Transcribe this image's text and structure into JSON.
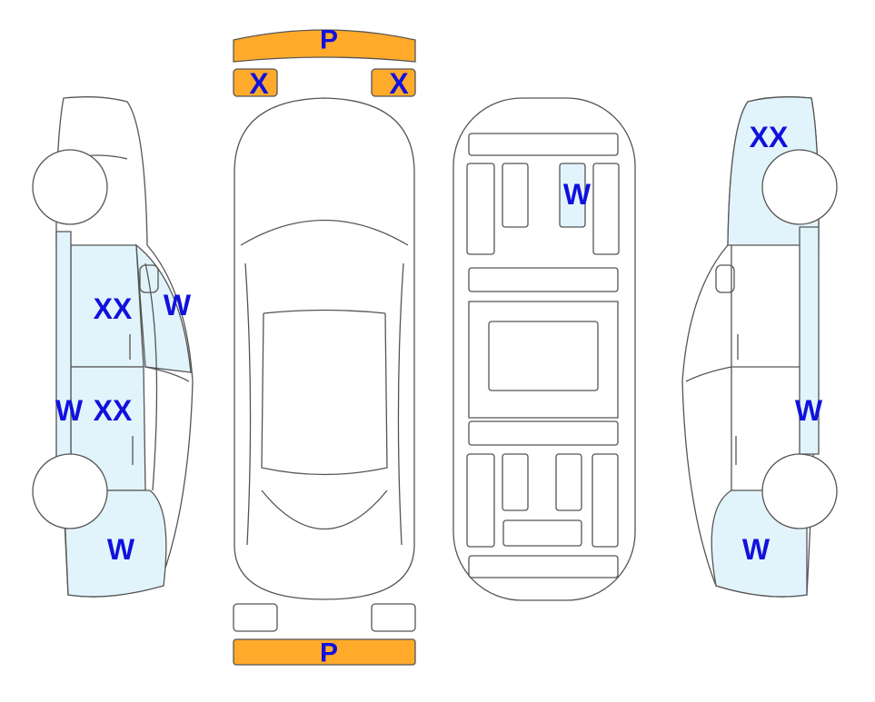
{
  "colors": {
    "damage_fill": "#e2f4fb",
    "marked_part": "#ffaa2b",
    "code_text": "#1111dd",
    "outline": "#555555",
    "background": "#ffffff"
  },
  "legend_codes": {
    "front_bumper": "P",
    "front_light_left": "X",
    "front_light_right": "X",
    "rear_bumper": "P",
    "roof_rear_panel": "W",
    "left_front_door": "XX",
    "left_windshield_pillar": "W",
    "left_rear_door": "XX",
    "left_rear_fender": "W",
    "left_rocker": "W",
    "right_front_fender": "XX",
    "right_rear_door": "W",
    "right_rear_fender": "W"
  },
  "icons": {
    "left_view": "car-left-side-icon",
    "top_view": "car-top-view-icon",
    "underbody_view": "car-underbody-icon",
    "right_view": "car-right-side-icon"
  }
}
